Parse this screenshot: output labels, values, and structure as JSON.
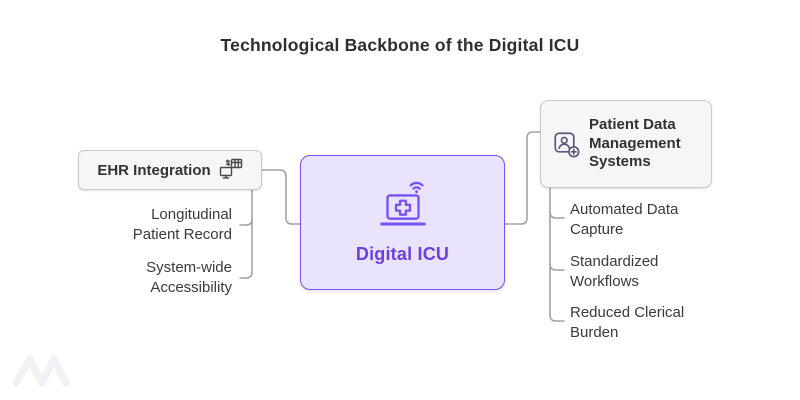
{
  "title": "Technological Backbone of the Digital ICU",
  "center_node": {
    "label": "Digital ICU",
    "icon": "laptop-medical-wifi-icon"
  },
  "left_branch": {
    "title": "EHR Integration",
    "icon": "ehr-monitor-sync-icon",
    "items": [
      {
        "label": "Longitudinal Patient Record"
      },
      {
        "label": "System-wide Accessibility"
      }
    ]
  },
  "right_branch": {
    "title": "Patient Data Management Systems",
    "icon": "patient-add-icon",
    "items": [
      {
        "label": "Automated Data Capture"
      },
      {
        "label": "Standardized Workflows"
      },
      {
        "label": "Reduced Clerical Burden"
      }
    ]
  },
  "colors": {
    "accent_purple": "#7a52f4",
    "center_node_bg": "#eae3fd",
    "center_node_text": "#6c3fe4",
    "branch_node_bg": "#f6f6f6",
    "branch_node_border": "#c9c9c9",
    "connector_gray": "#a3a3a3",
    "text_dark": "#333333"
  }
}
